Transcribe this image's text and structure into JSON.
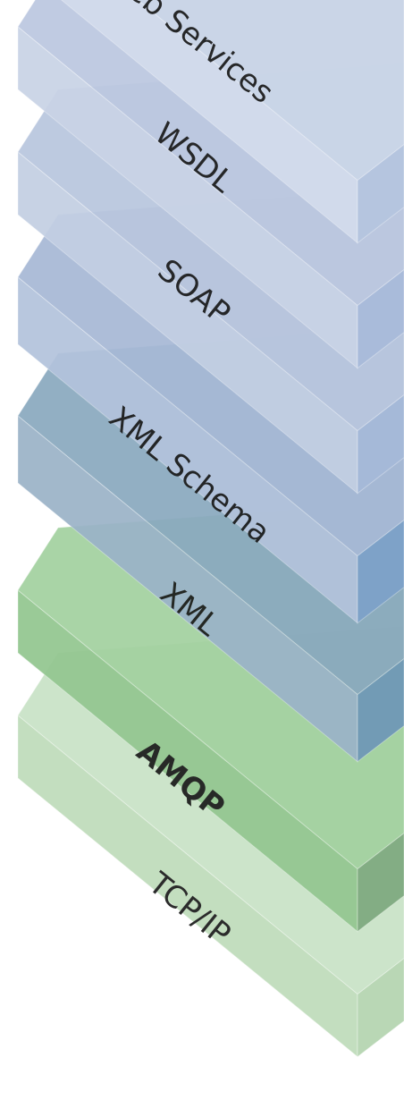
{
  "diagram": {
    "layers": [
      {
        "id": "tcp-ip",
        "label": "TCP/IP",
        "emphasis": false,
        "colors": {
          "top": "#c9e3c6",
          "left": "#bfdcbb",
          "right": "#b4d4b0"
        }
      },
      {
        "id": "amqp",
        "label": "AMQP",
        "emphasis": true,
        "colors": {
          "top": "#a3d1a0",
          "left": "#93c690",
          "right": "#7ea97f"
        }
      },
      {
        "id": "xml",
        "label": "XML",
        "emphasis": false,
        "colors": {
          "top": "#8aa9bf",
          "left": "#9bb3c8",
          "right": "#6f97b7"
        }
      },
      {
        "id": "xml-schema",
        "label": "XML Schema",
        "emphasis": false,
        "colors": {
          "top": "#a7b9d6",
          "left": "#b3c3dc",
          "right": "#7ea2c9"
        }
      },
      {
        "id": "soap",
        "label": "SOAP",
        "emphasis": false,
        "colors": {
          "top": "#b9c6de",
          "left": "#c3cfe3",
          "right": "#a6bad9"
        }
      },
      {
        "id": "wsdl",
        "label": "WSDL",
        "emphasis": false,
        "colors": {
          "top": "#bcc8e0",
          "left": "#c9d3e6",
          "right": "#a8bbda"
        }
      },
      {
        "id": "web-services",
        "label": "Web Services",
        "emphasis": false,
        "colors": {
          "top": "#cbd6e8",
          "left": "#d3dcec",
          "right": "#b5c5df"
        }
      }
    ]
  }
}
